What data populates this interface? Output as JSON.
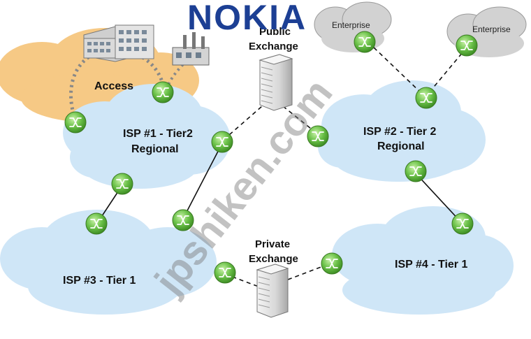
{
  "logo": {
    "text": "NOKIA",
    "color": "#1c3f94"
  },
  "watermark": {
    "text": "jpshiken.com"
  },
  "clouds": {
    "access": {
      "label": "Access",
      "color": "#f6c985"
    },
    "isp1": {
      "line1": "ISP #1 - Tier2",
      "line2": "Regional",
      "color": "#cfe6f7"
    },
    "isp2": {
      "line1": "ISP #2 - Tier 2",
      "line2": "Regional",
      "color": "#cfe6f7"
    },
    "isp3": {
      "label": "ISP #3 - Tier 1",
      "color": "#cfe6f7"
    },
    "isp4": {
      "label": "ISP #4 - Tier 1",
      "color": "#cfe6f7"
    },
    "enterprise_left": {
      "label": "Enterprise"
    },
    "enterprise_right": {
      "label": "Enterprise"
    }
  },
  "exchanges": {
    "public": {
      "line1": "Public",
      "line2": "Exchange"
    },
    "private": {
      "line1": "Private",
      "line2": "Exchange"
    }
  },
  "colors": {
    "router": "#6cc24a",
    "router_dark": "#3f8f25",
    "link": "#111111",
    "gray_cloud": "#d2d2d2"
  }
}
